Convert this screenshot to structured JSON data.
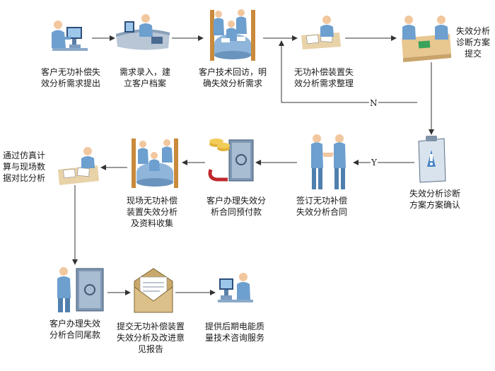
{
  "diagram": {
    "steps": [
      {
        "id": "s1",
        "label": "客户无功补偿失\n效分析需求提出",
        "icon": "person-at-computer-icon"
      },
      {
        "id": "s2",
        "label": "需求录入，建\n立客户档案",
        "icon": "data-entry-desk-icon"
      },
      {
        "id": "s3",
        "label": "客户技术回访，明\n确失效分析需求",
        "icon": "meeting-table-icon"
      },
      {
        "id": "s4",
        "label": "无功补偿装置失\n效分析需求整理",
        "icon": "person-with-documents-icon"
      },
      {
        "id": "s5",
        "label": "失效分析\n诊断方案\n提交",
        "icon": "two-people-handover-icon"
      },
      {
        "id": "s6",
        "label": "失效分析诊断\n方案方案确认",
        "icon": "clipboard-alert-icon"
      },
      {
        "id": "s7",
        "label": "签订无功补偿\n失效分析合同",
        "icon": "handshake-icon"
      },
      {
        "id": "s8",
        "label": "客户办理失效分\n析合同预付款",
        "icon": "safe-coins-icon"
      },
      {
        "id": "s9",
        "label": "现场无功补偿\n装置失效分析\n及资料收集",
        "icon": "field-meeting-icon"
      },
      {
        "id": "s10",
        "label": "通过仿真计\n算与现场数\n据对比分析",
        "icon": "analysis-desk-icon"
      },
      {
        "id": "s11",
        "label": "客户办理失效\n分析合同尾款",
        "icon": "person-at-safe-icon"
      },
      {
        "id": "s12",
        "label": "提交无功补偿装置\n失效分析及改进意\n见报告",
        "icon": "envelope-report-icon"
      },
      {
        "id": "s13",
        "label": "提供后期电能质\n量技术咨询服务",
        "icon": "consulting-computer-icon"
      }
    ],
    "edge_labels": {
      "no": "N",
      "yes": "Y"
    }
  }
}
